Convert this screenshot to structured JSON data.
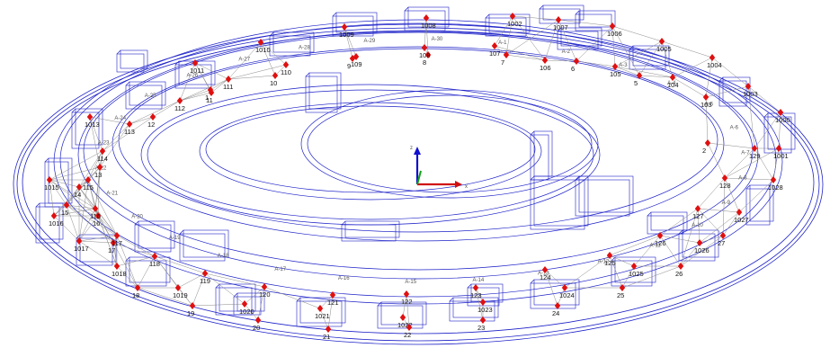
{
  "colors": {
    "background": "#ffffff",
    "structure": "#1e22c8",
    "network": "#8a8a8a",
    "marker": "#e01010",
    "label": "#111111",
    "axis_x": "#d01010",
    "axis_y": "#10a010",
    "axis_z": "#1010d0"
  },
  "axes": {
    "x_label": "x",
    "z_label": "z"
  },
  "points": [
    {
      "label": "1000"
    },
    {
      "label": "1001"
    },
    {
      "label": "1002"
    },
    {
      "label": "1003"
    },
    {
      "label": "1004"
    },
    {
      "label": "1005"
    },
    {
      "label": "1006"
    },
    {
      "label": "1007"
    },
    {
      "label": "1008"
    },
    {
      "label": "1009"
    },
    {
      "label": "1010"
    },
    {
      "label": "1011"
    },
    {
      "label": "1013"
    },
    {
      "label": "1015"
    },
    {
      "label": "1016"
    },
    {
      "label": "1017"
    },
    {
      "label": "1018"
    },
    {
      "label": "1019"
    },
    {
      "label": "1020"
    },
    {
      "label": "1021"
    },
    {
      "label": "1022"
    },
    {
      "label": "1023"
    },
    {
      "label": "1024"
    },
    {
      "label": "1025"
    },
    {
      "label": "1026"
    },
    {
      "label": "1027"
    },
    {
      "label": "1028"
    },
    {
      "label": "1"
    },
    {
      "label": "2"
    },
    {
      "label": "5"
    },
    {
      "label": "6"
    },
    {
      "label": "7"
    },
    {
      "label": "8"
    },
    {
      "label": "9"
    },
    {
      "label": "10"
    },
    {
      "label": "11"
    },
    {
      "label": "12"
    },
    {
      "label": "13"
    },
    {
      "label": "14"
    },
    {
      "label": "15"
    },
    {
      "label": "16"
    },
    {
      "label": "17"
    },
    {
      "label": "18"
    },
    {
      "label": "19"
    },
    {
      "label": "20"
    },
    {
      "label": "21"
    },
    {
      "label": "22"
    },
    {
      "label": "23"
    },
    {
      "label": "24"
    },
    {
      "label": "25"
    },
    {
      "label": "26"
    },
    {
      "label": "27"
    },
    {
      "label": "103"
    },
    {
      "label": "104"
    },
    {
      "label": "105"
    },
    {
      "label": "106"
    },
    {
      "label": "107"
    },
    {
      "label": "108"
    },
    {
      "label": "109"
    },
    {
      "label": "110"
    },
    {
      "label": "111"
    },
    {
      "label": "112"
    },
    {
      "label": "113"
    },
    {
      "label": "114"
    },
    {
      "label": "115"
    },
    {
      "label": "116"
    },
    {
      "label": "117"
    },
    {
      "label": "118"
    },
    {
      "label": "119"
    },
    {
      "label": "120"
    },
    {
      "label": "121"
    },
    {
      "label": "122"
    },
    {
      "label": "123"
    },
    {
      "label": "124"
    },
    {
      "label": "125"
    },
    {
      "label": "126"
    },
    {
      "label": "127"
    },
    {
      "label": "128"
    },
    {
      "label": "129"
    }
  ],
  "segment_labels": [
    "A-1",
    "A-2",
    "A-3",
    "A-4",
    "A-5",
    "A-6",
    "A-7",
    "A-8",
    "A-9",
    "A-10",
    "A-11",
    "A-12",
    "A-13",
    "A-14",
    "A-15",
    "A-16",
    "A-17",
    "A-18",
    "A-19",
    "A-20",
    "A-21",
    "A-22",
    "A-23",
    "A-24",
    "A-25",
    "A-26",
    "A-27",
    "A-28",
    "A-29",
    "A-30"
  ]
}
